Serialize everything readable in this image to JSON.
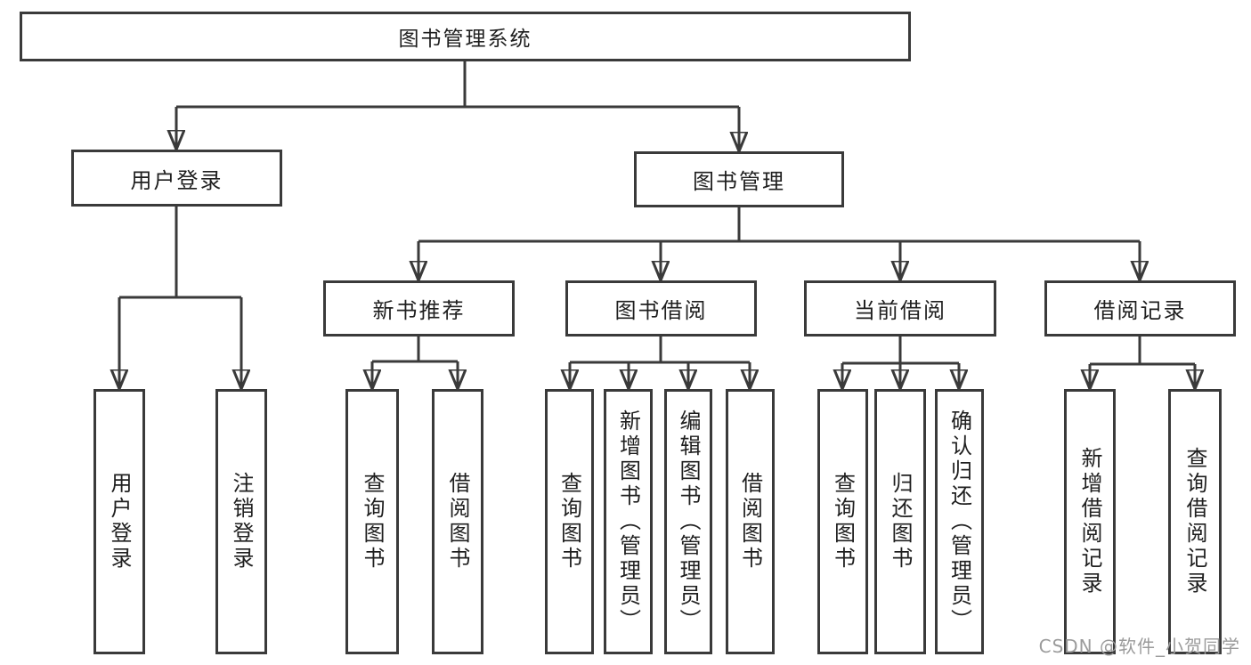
{
  "tree": {
    "label": "图书管理系统",
    "children": [
      {
        "label": "用户登录",
        "children": [
          {
            "label": "用户登录"
          },
          {
            "label": "注销登录"
          }
        ]
      },
      {
        "label": "图书管理",
        "children": [
          {
            "label": "新书推荐",
            "children": [
              {
                "label": "查询图书"
              },
              {
                "label": "借阅图书"
              }
            ]
          },
          {
            "label": "图书借阅",
            "children": [
              {
                "label": "查询图书"
              },
              {
                "label": "新增图书（管理员）"
              },
              {
                "label": "编辑图书（管理员）"
              },
              {
                "label": "借阅图书"
              }
            ]
          },
          {
            "label": "当前借阅",
            "children": [
              {
                "label": "查询图书"
              },
              {
                "label": "归还图书"
              },
              {
                "label": "确认归还（管理员）"
              }
            ]
          },
          {
            "label": "借阅记录",
            "children": [
              {
                "label": "新增借阅记录"
              },
              {
                "label": "查询借阅记录"
              }
            ]
          }
        ]
      }
    ]
  },
  "watermark": {
    "text": "CSDN @软件_小贺同学"
  },
  "colors": {
    "line": "#3a3a3a",
    "box_border": "#3a3a3a",
    "text": "#1f1f1f",
    "watermark": "#9b9b9b",
    "background": "#ffffff"
  }
}
